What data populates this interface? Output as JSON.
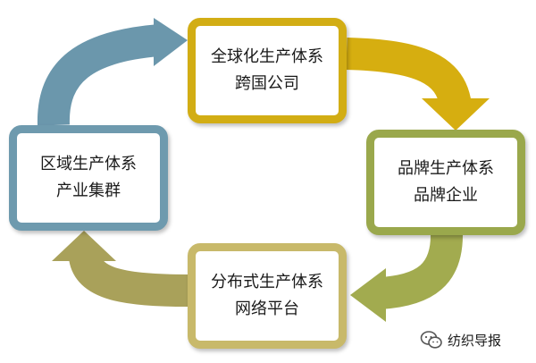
{
  "diagram": {
    "nodes": [
      {
        "id": "top",
        "line1": "全球化生产体系",
        "line2": "跨国公司",
        "color": "#d2ad14"
      },
      {
        "id": "right",
        "line1": "品牌生产体系",
        "line2": "品牌企业",
        "color": "#9aa84c"
      },
      {
        "id": "bottom",
        "line1": "分布式生产体系",
        "line2": "网络平台",
        "color": "#c8b96a"
      },
      {
        "id": "left",
        "line1": "区域生产体系",
        "line2": "产业集群",
        "color": "#6e9aae"
      }
    ],
    "arrows": [
      {
        "from": "left",
        "to": "top",
        "color": "#6b97ac"
      },
      {
        "from": "top",
        "to": "right",
        "color": "#d6ae10"
      },
      {
        "from": "right",
        "to": "bottom",
        "color": "#a2ab4f"
      },
      {
        "from": "bottom",
        "to": "left",
        "color": "#a9a15a"
      }
    ]
  },
  "watermark": {
    "text": "纺织导报",
    "icon": "wechat-icon"
  }
}
